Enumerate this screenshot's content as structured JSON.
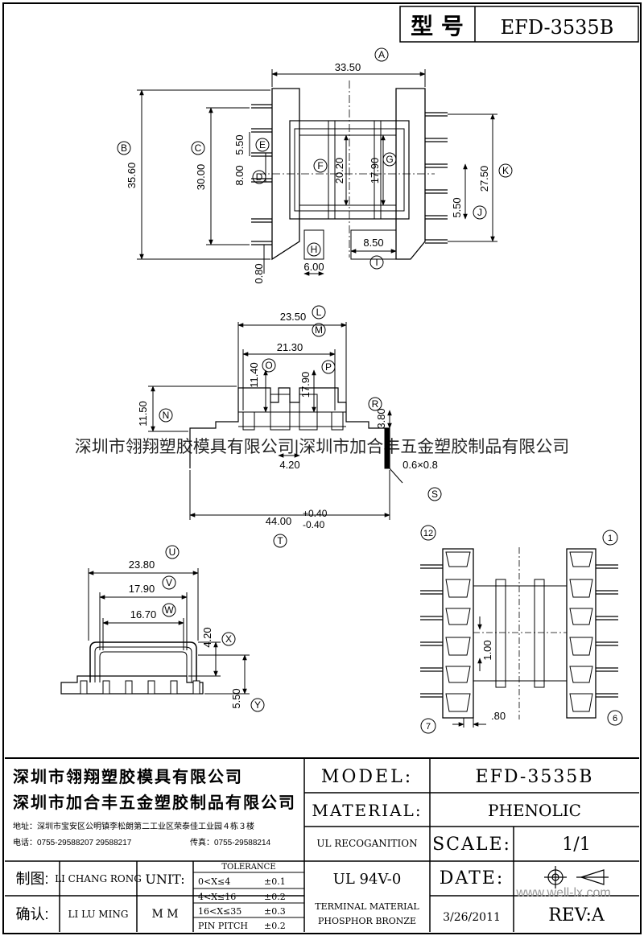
{
  "header": {
    "model_cn": "型 号",
    "model_value": "EFD-3535B"
  },
  "watermark": "深圳市翎翔塑胶模具有限公司|深圳市加合丰五金塑胶制品有限公司",
  "top_view": {
    "dims": {
      "w": "33.50",
      "h_outer": "35.60",
      "h_mid": "30.00",
      "p1": "5.50",
      "p2": "8.00",
      "f": "20.20",
      "g": "17.90",
      "k": "27.50",
      "j": "5.50",
      "h_pin": "0.80",
      "h6": "6.00",
      "i": "8.50"
    },
    "markers": [
      "A",
      "B",
      "C",
      "E",
      "D",
      "F",
      "G",
      "K",
      "J",
      "H",
      "I"
    ]
  },
  "side_view": {
    "dims": {
      "l": "23.50",
      "m": "21.30",
      "o": "11.40",
      "p": "17.90",
      "n": "11.50",
      "r": "3.80",
      "q": "4.20",
      "s": "0.6×0.8",
      "t": "44.00",
      "t_plus": "+0.40",
      "t_minus": "-0.40"
    },
    "markers": [
      "L",
      "M",
      "O",
      "P",
      "N",
      "R",
      "S",
      "T"
    ]
  },
  "front_view": {
    "dims": {
      "u": "23.80",
      "v": "17.90",
      "w": "16.70",
      "x": "4.20",
      "y": "5.50"
    },
    "markers": [
      "U",
      "V",
      "W",
      "X",
      "Y"
    ]
  },
  "bottom_view": {
    "dims": {
      "pin_w": "1.00",
      "gap": ".80"
    },
    "pins": [
      "12",
      "1",
      "7",
      "6"
    ]
  },
  "title_block": {
    "company1": "深圳市翎翔塑胶模具有限公司",
    "company2": "深圳市加合丰五金塑胶制品有限公司",
    "address": "地址：深圳市宝安区公明镇李松朗第二工业区荣泰佳工业园４栋３楼",
    "phone": "电话：0755-29588207  29588217",
    "fax": "传真：0755-29588214",
    "model_label": "MODEL:",
    "model_value": "EFD-3535B",
    "material_label": "MATERIAL:",
    "material_value": "PHENOLIC",
    "ul_label": "UL RECOGANITION",
    "scale_label": "SCALE:",
    "scale_value": "1/1",
    "ul_value": "UL 94V-0",
    "date_label": "DATE:",
    "terminal_line1": "TERMINAL MATERIAL",
    "terminal_line2": "PHOSPHOR  BRONZE",
    "date_value": "3/26/2011",
    "rev": "REV:A",
    "made_label": "制图:",
    "made_value": "LI CHANG RONG",
    "check_label": "确认:",
    "check_value": "LI LU MING",
    "unit_label": "UNIT:",
    "unit_value": "M M",
    "tolerance_title": "TOLERANCE",
    "tol": [
      {
        "range": "0<X≤4",
        "val": "±0.1"
      },
      {
        "range": "4<X≤16",
        "val": "±0.2"
      },
      {
        "range": "16<X≤35",
        "val": "±0.3"
      },
      {
        "range": "PIN PITCH",
        "val": "±0.2"
      }
    ],
    "site": "www.well-lx.com"
  }
}
